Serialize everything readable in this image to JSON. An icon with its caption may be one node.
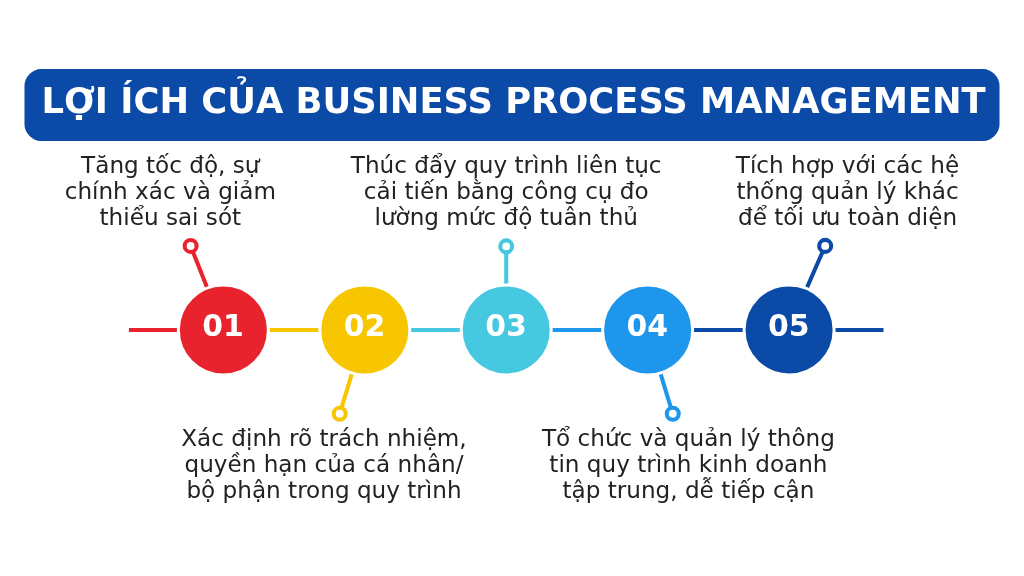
{
  "diagram": {
    "title": "LỢI ÍCH CỦA BUSINESS PROCESS MANAGEMENT",
    "nodes": [
      {
        "text": [
          "01"
        ]
      },
      {
        "text": [
          "02"
        ]
      },
      {
        "text": [
          "03"
        ]
      },
      {
        "text": [
          "04"
        ]
      },
      {
        "text": [
          "05"
        ]
      },
      {
        "text": [
          "Tăng tốc độ, sự chính xác và giảm thiểu sai sót"
        ]
      },
      {
        "text": [
          "Xác định rõ trách nhiệm, quyền hạn của cá nhân/ bộ phận trong quy trình"
        ]
      },
      {
        "text": [
          "Thúc đẩy quy trình liên tục cải tiến bằng công cụ đo lường mức độ tuân thủ"
        ]
      },
      {
        "text": [
          "Tổ chức và quản lý thông tin quy trình kinh doanh tập trung, dễ tiếp cận"
        ]
      },
      {
        "text": [
          "Tích hợp với các hệ thống quản lý khác để tối ưu toàn diện"
        ]
      }
    ],
    "edges": [
      {
        "from": null,
        "to": 0,
        "arrow": "none",
        "color": "#e8232e"
      },
      {
        "from": 0,
        "to": 1,
        "arrow": "none",
        "color": "#f7c600"
      },
      {
        "from": 1,
        "to": 2,
        "arrow": "none",
        "color": "#45c8e0"
      },
      {
        "from": 2,
        "to": 3,
        "arrow": "none",
        "color": "#1e96ec"
      },
      {
        "from": 3,
        "to": 4,
        "arrow": "none",
        "color": "#0b4aa6"
      },
      {
        "from": 4,
        "to": null,
        "arrow": "none",
        "color": "#0b4aa6"
      },
      {
        "from": 0,
        "to": 5,
        "arrow": "other",
        "color": "#e8232e"
      },
      {
        "from": 1,
        "to": 6,
        "arrow": "other",
        "color": "#f7c600"
      },
      {
        "from": 2,
        "to": 7,
        "arrow": "other",
        "color": "#45c8e0"
      },
      {
        "from": 3,
        "to": 8,
        "arrow": "other",
        "color": "#1e96ec"
      },
      {
        "from": 4,
        "to": 9,
        "arrow": "other",
        "color": "#0b4aa6"
      }
    ]
  }
}
